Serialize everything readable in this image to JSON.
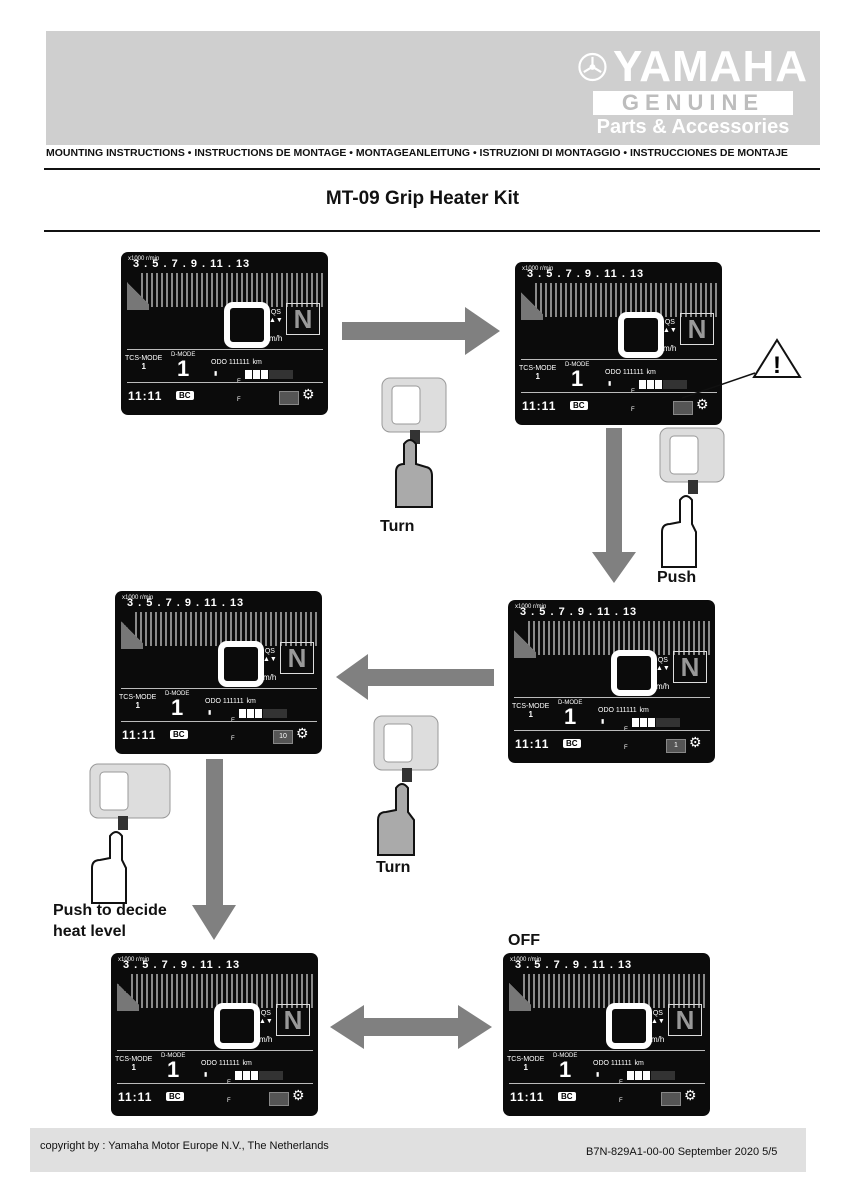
{
  "header": {
    "brand": "YAMAHA",
    "genuine": "GENUINE",
    "parts": "Parts & Accessories",
    "instructions_line": "MOUNTING INSTRUCTIONS • INSTRUCTIONS DE MONTAGE • MONTAGEANLEITUNG • ISTRUZIONI DI MONTAGGIO • INSTRUCCIONES DE MONTAJE",
    "title": "MT-09  Grip Heater Kit"
  },
  "dash": {
    "rpm_unit": "x1000 r/min",
    "ticks": "3  .  5  .  7  .  9  .  11 . 13",
    "qs": "QS",
    "qs_arrows": "▲▼",
    "gear": "N",
    "speed_unit": "km/h",
    "tcs_label": "TCS-MODE",
    "tcs_value": "1",
    "d_label": "D-MODE",
    "d_value": "1",
    "odo": "ODO 111111",
    "odo_unit": "km",
    "fuel_e": "E",
    "fuel_f": "F",
    "time": "11:11",
    "bc": "BC"
  },
  "panels": [
    {
      "id": "p1",
      "grip": ""
    },
    {
      "id": "p2",
      "grip": ""
    },
    {
      "id": "p3",
      "grip": "10"
    },
    {
      "id": "p4",
      "grip": "1"
    },
    {
      "id": "p5",
      "grip": ""
    },
    {
      "id": "p6",
      "grip": ""
    }
  ],
  "labels": {
    "turn1": "Turn",
    "push": "Push",
    "turn2": "Turn",
    "push_decide_1": "Push to decide",
    "push_decide_2": "heat level",
    "off": "OFF"
  },
  "footer": {
    "copyright": "copyright by :  Yamaha Motor Europe N.V., The Netherlands",
    "code": "B7N-829A1-00-00  September 2020 5/5"
  },
  "colors": {
    "arrow": "#808080",
    "panel": "#0b0b0b",
    "band": "#cfcfcf"
  }
}
